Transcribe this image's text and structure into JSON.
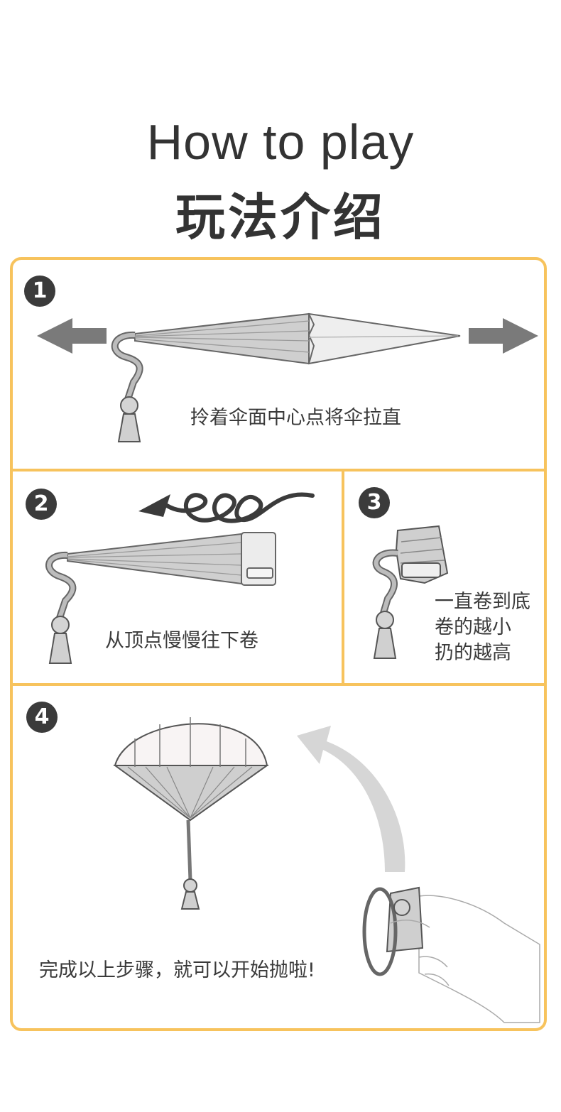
{
  "header": {
    "title_en": "How to play",
    "title_cn": "玩法介绍"
  },
  "steps": [
    {
      "number": "1",
      "caption": "拎着伞面中心点将伞拉直"
    },
    {
      "number": "2",
      "caption": "从顶点慢慢往下卷"
    },
    {
      "number": "3",
      "caption_lines": [
        "一直卷到底",
        "卷的越小",
        "扔的越高"
      ]
    },
    {
      "number": "4",
      "caption": "完成以上步骤，就可以开始抛啦!"
    }
  ],
  "colors": {
    "frame": "#f7c35d",
    "badge": "#3b3b3b",
    "text": "#3a3a3a",
    "canopy": "#d9d9d9",
    "arrow": "#7a7a7a"
  }
}
